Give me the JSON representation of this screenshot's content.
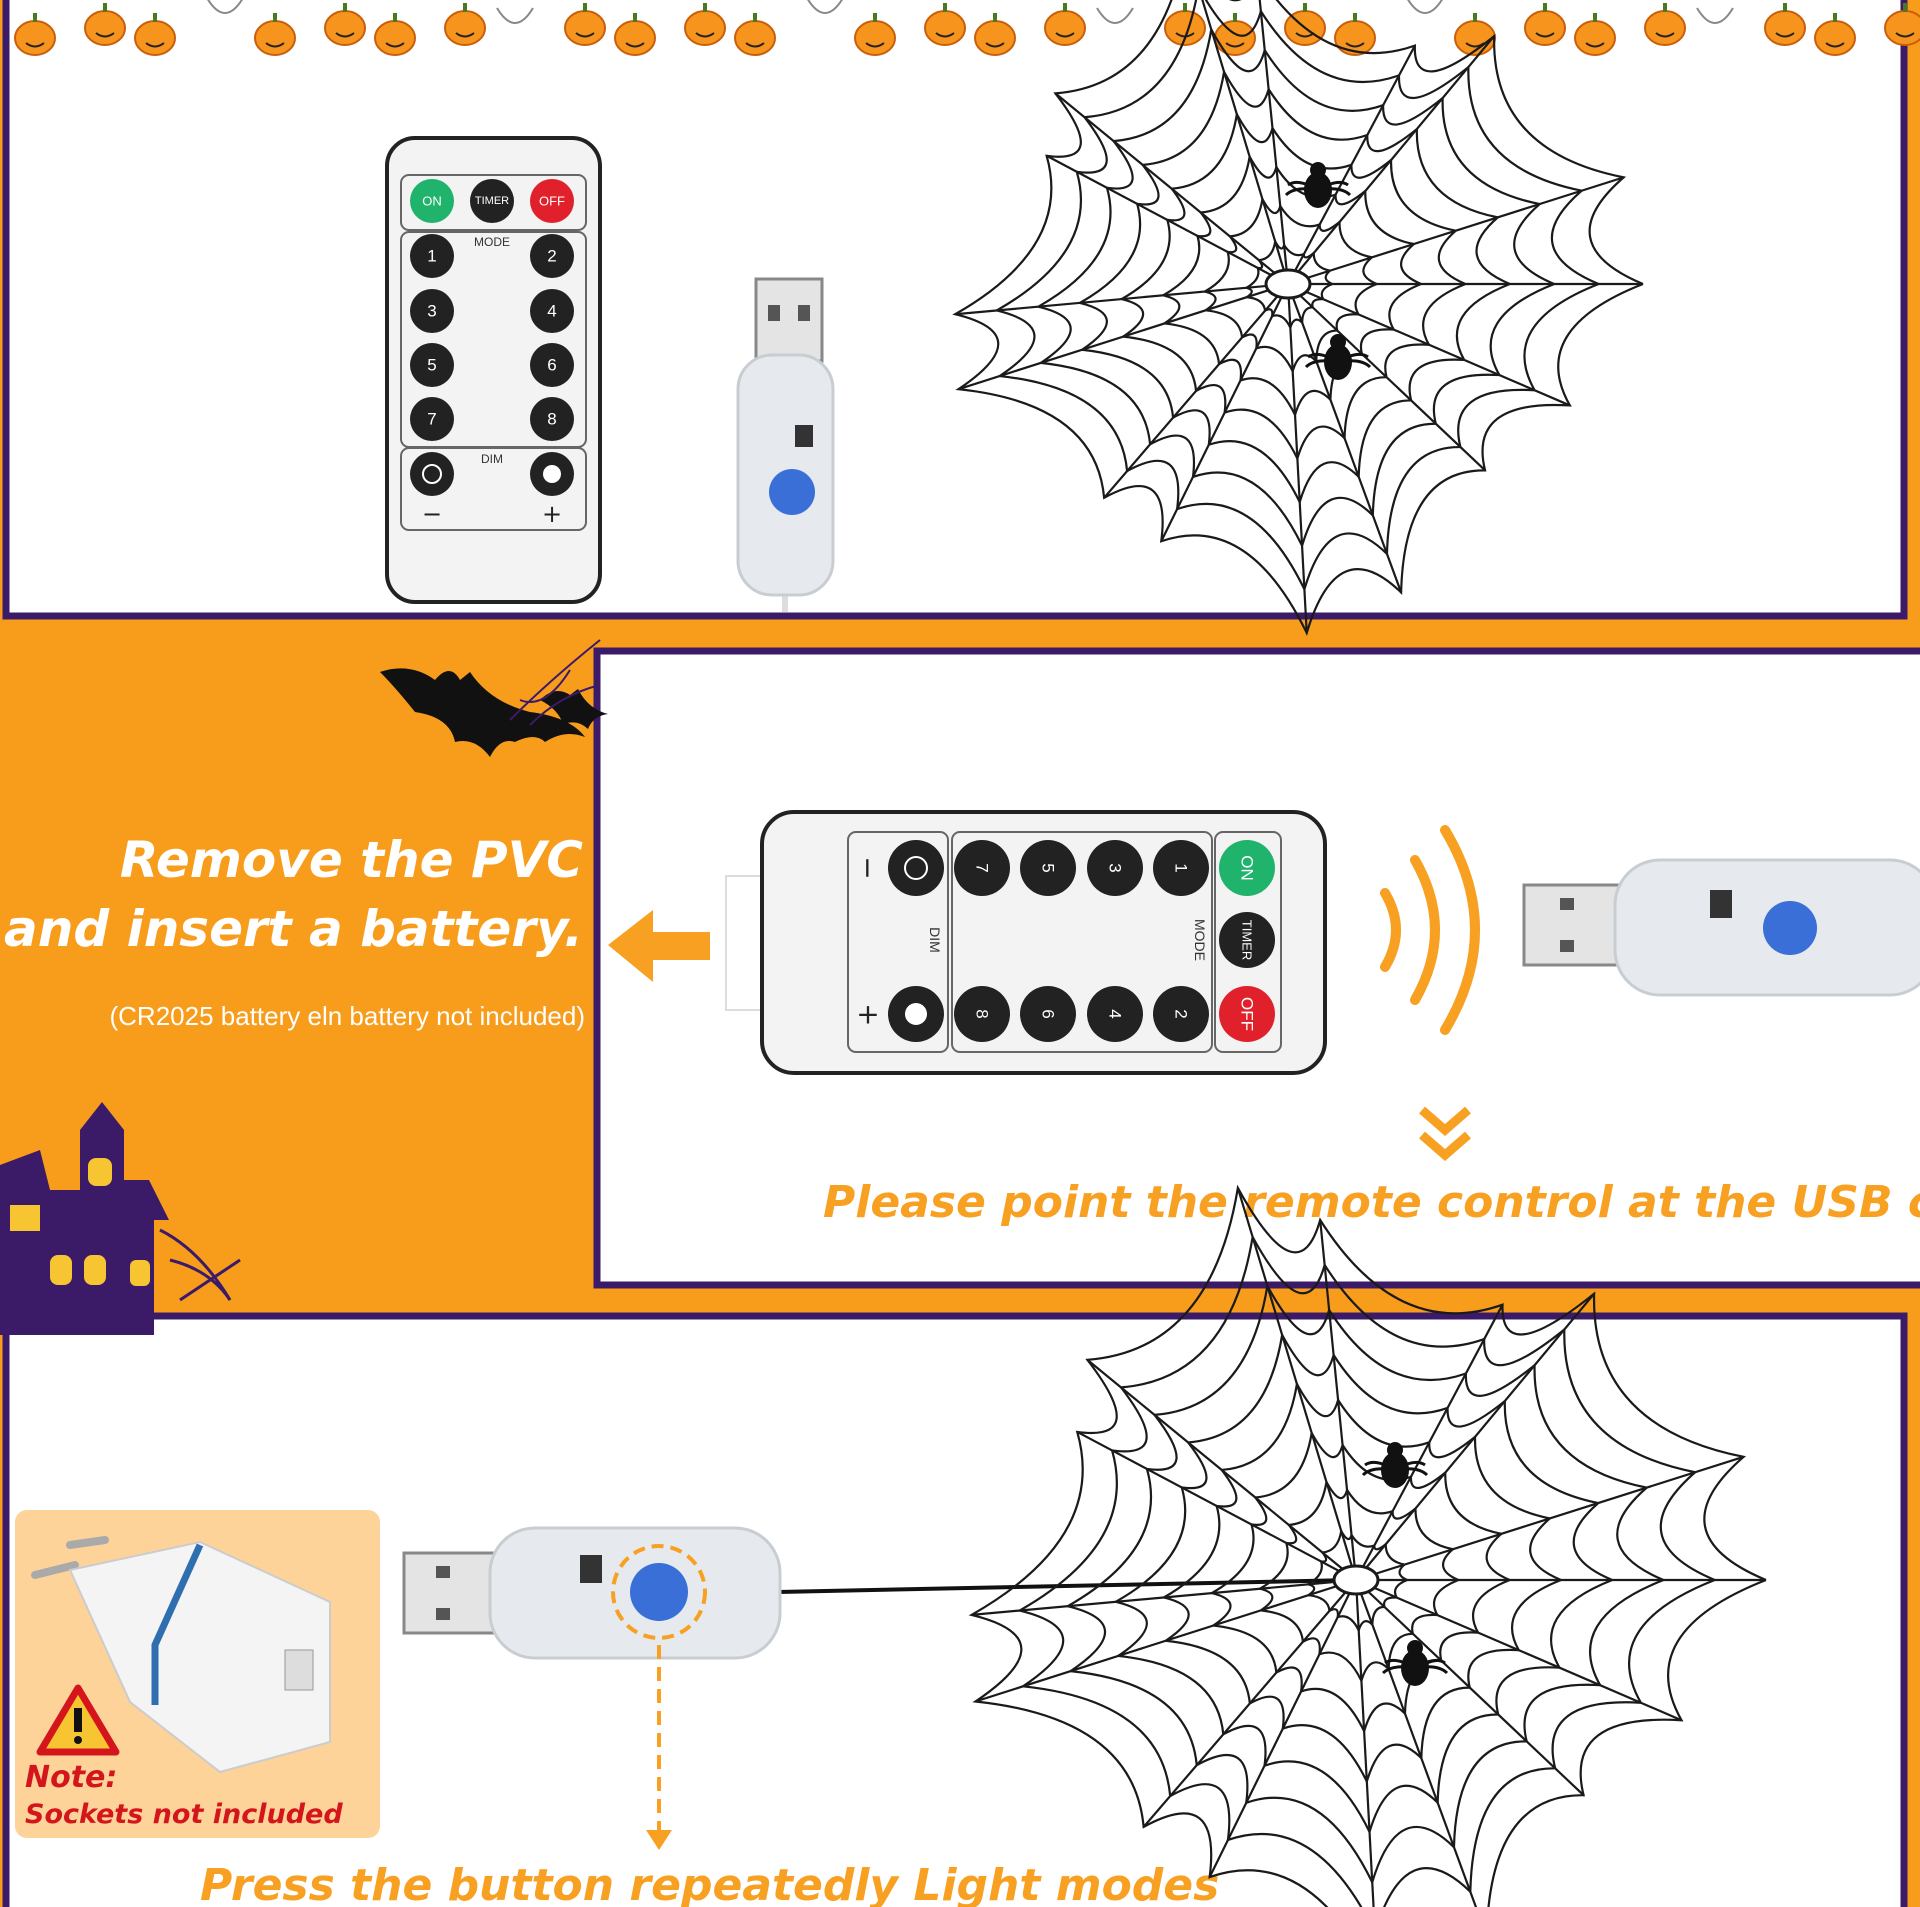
{
  "colors": {
    "orange_background": "#f89c1c",
    "panel_border_purple": "#3b1b68",
    "accent_orange": "#f7a021",
    "note_red": "#d4161c",
    "on_green": "#1fb36b",
    "off_red": "#e0202a",
    "usb_button_blue": "#3a6fd8",
    "note_box": "#fdd39a"
  },
  "remote": {
    "on": "ON",
    "timer": "TIMER",
    "off": "OFF",
    "mode": "MODE",
    "dim": "DIM",
    "minus": "−",
    "plus": "+",
    "numbers": [
      "1",
      "2",
      "3",
      "4",
      "5",
      "6",
      "7",
      "8"
    ]
  },
  "step1": {
    "title_line1": "Remove the PVC",
    "title_line2": "astic and insert a battery.",
    "note": "(CR2025 battery eln battery not included)"
  },
  "step2": {
    "instruction": "Please point the remote control at the USB connector"
  },
  "step3": {
    "note_label": "Note:",
    "note_text": "Sockets not included",
    "instruction": "Press the button repeatedly Light modes"
  },
  "icons": [
    "pumpkin-icon",
    "bat-icon",
    "haunted-house-icon",
    "spider-web-icon",
    "spider-icon",
    "arrow-left-icon",
    "signal-waves-icon",
    "chevron-double-down-icon",
    "warning-triangle-icon",
    "power-adapter-icon",
    "usb-controller-icon",
    "remote-control-icon"
  ]
}
